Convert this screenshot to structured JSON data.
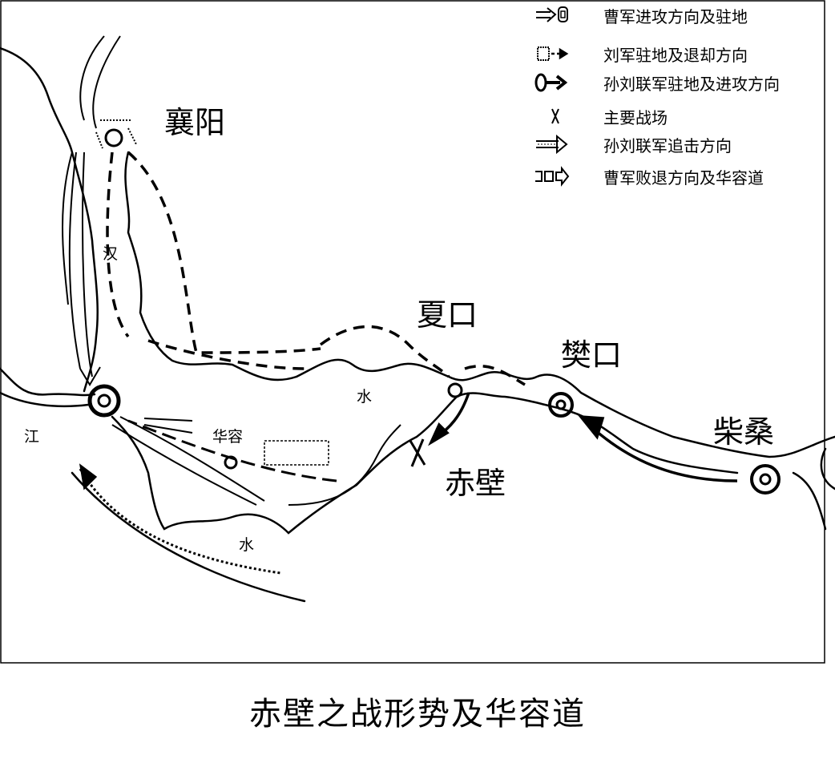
{
  "map": {
    "places": {
      "xiangyang": "襄阳",
      "xiakou": "夏口",
      "fankou": "樊口",
      "chaisang": "柴桑",
      "chibi": "赤壁",
      "huarong": "华容"
    },
    "rivers": {
      "han": "汉",
      "han_shui": "水",
      "jiang": "江",
      "jiang_shui": "水"
    }
  },
  "legend": [
    {
      "icon": "cao-army-attack-arrow-icon",
      "label": "曹军进攻方向及驻地"
    },
    {
      "icon": "liu-army-retreat-arrow-icon",
      "label": "刘军驻地及退却方向"
    },
    {
      "icon": "sun-liu-attack-arrow-icon",
      "label": "孙刘联军驻地及进攻方向"
    },
    {
      "icon": "battlefield-x-icon",
      "label": "主要战场"
    },
    {
      "icon": "pursuit-arrow-icon",
      "label": "孙刘联军追击方向"
    },
    {
      "icon": "cao-retreat-arrow-icon",
      "label": "曹军败退方向及华容道"
    }
  ],
  "title": "赤壁之战形势及华容道"
}
